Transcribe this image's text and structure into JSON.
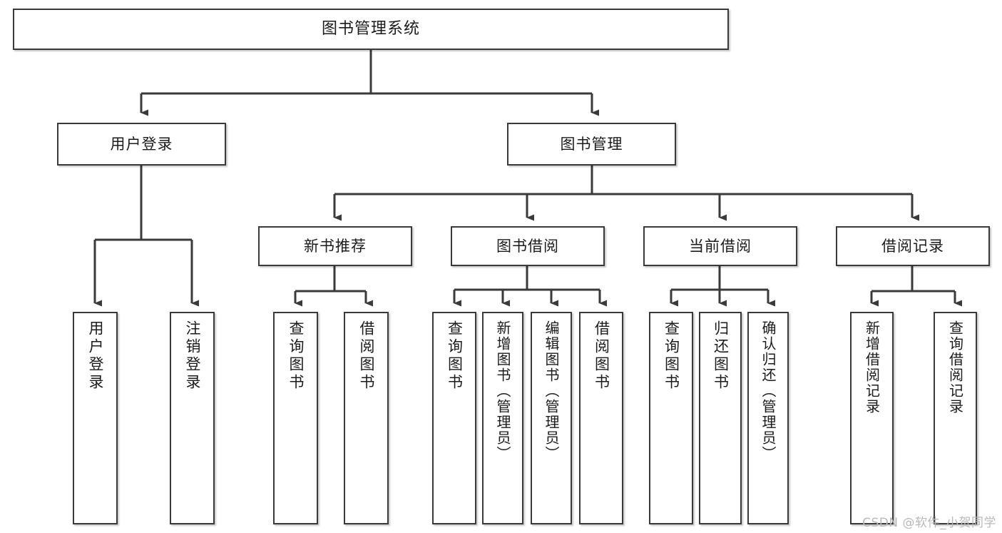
{
  "diagram": {
    "title": "图书管理系统",
    "type": "tree",
    "watermark": "CSDN @软件_小贺同学",
    "colors": {
      "border": "#3a3a3a",
      "background": "#ffffff",
      "text": "#1b1b1b",
      "edge": "#3a3a3a",
      "watermark": "#b9b9b9"
    },
    "root": {
      "label": "图书管理系统"
    },
    "level2": [
      {
        "label": "用户登录"
      },
      {
        "label": "图书管理"
      }
    ],
    "level3": [
      {
        "label": "新书推荐"
      },
      {
        "label": "图书借阅"
      },
      {
        "label": "当前借阅"
      },
      {
        "label": "借阅记录"
      }
    ],
    "leaves": [
      {
        "label": "用户登录",
        "parent": "用户登录"
      },
      {
        "label": "注销登录",
        "parent": "用户登录"
      },
      {
        "label": "查询图书",
        "parent": "新书推荐"
      },
      {
        "label": "借阅图书",
        "parent": "新书推荐"
      },
      {
        "label": "查询图书",
        "parent": "图书借阅"
      },
      {
        "label": "新增图书（管理员）",
        "parent": "图书借阅"
      },
      {
        "label": "编辑图书（管理员）",
        "parent": "图书借阅"
      },
      {
        "label": "借阅图书",
        "parent": "图书借阅"
      },
      {
        "label": "查询图书",
        "parent": "当前借阅"
      },
      {
        "label": "归还图书",
        "parent": "当前借阅"
      },
      {
        "label": "确认归还（管理员）",
        "parent": "当前借阅"
      },
      {
        "label": "新增借阅记录",
        "parent": "借阅记录"
      },
      {
        "label": "查询借阅记录",
        "parent": "借阅记录"
      }
    ]
  }
}
